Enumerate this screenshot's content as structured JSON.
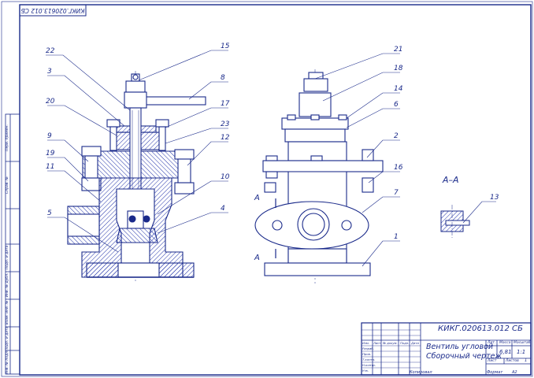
{
  "document": {
    "designation": "КИКГ.020613.012 СБ",
    "designation_rotated": "КИКГ.020613.012 СБ",
    "title_line1": "Вентиль угловой",
    "title_line2": "Сборочный чертеж",
    "mass": "6,81",
    "scale": "1:1",
    "sheet_label": "Лист",
    "sheets_label": "Листов",
    "sheets_count": "1",
    "lit_label": "Лит.",
    "mass_label": "Масса",
    "scale_label": "Масштаб",
    "copied_label": "Копировал",
    "format_label": "Формат",
    "format_value": "А2",
    "section_label": "А–А",
    "cut_marker": "А"
  },
  "title_block_rows": {
    "izm": "Изм.",
    "list": "Лист",
    "doc_no": "№ докум.",
    "sign": "Подп.",
    "date": "Дата",
    "razrab": "Разраб.",
    "prov": "Пров.",
    "tkontr": "Т.контр.",
    "nkontr": "Н.контр.",
    "utv": "Утв."
  },
  "side_stamp": {
    "perv_primen": "Перв. примен.",
    "sprav": "Справ. №",
    "podp_data_1": "Подп. и дата",
    "inv_dubl": "Инв. № дубл.",
    "vzam_inv": "Взам. инв. №",
    "podp_data_2": "Подп. и дата",
    "inv_podl": "Инв. № подл."
  },
  "callouts": {
    "left_view": [
      "22",
      "3",
      "20",
      "9",
      "19",
      "11",
      "5",
      "15",
      "8",
      "17",
      "23",
      "12",
      "10",
      "4"
    ],
    "right_view": [
      "21",
      "18",
      "14",
      "6",
      "2",
      "16",
      "7",
      "1"
    ],
    "section": [
      "13"
    ]
  },
  "colors": {
    "line": "#1a2a8a",
    "hatch": "#2233aa",
    "accent": "#1a2a8a",
    "background": "#ffffff"
  }
}
